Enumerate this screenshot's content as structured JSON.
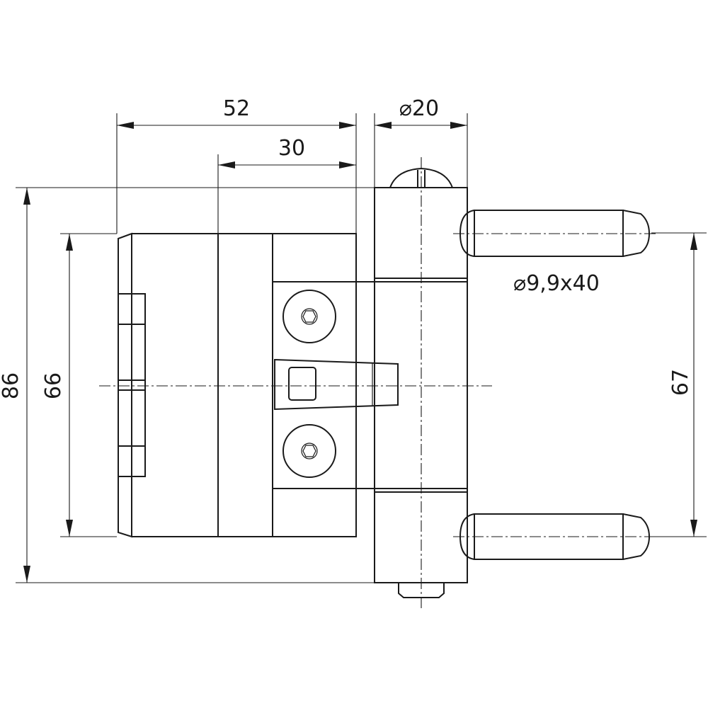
{
  "drawing": {
    "dimensions": {
      "width_52": "52",
      "width_30": "30",
      "diameter_20": "⌀20",
      "height_86": "86",
      "height_66": "66",
      "height_67": "67",
      "pin": "⌀9,9x40"
    }
  }
}
